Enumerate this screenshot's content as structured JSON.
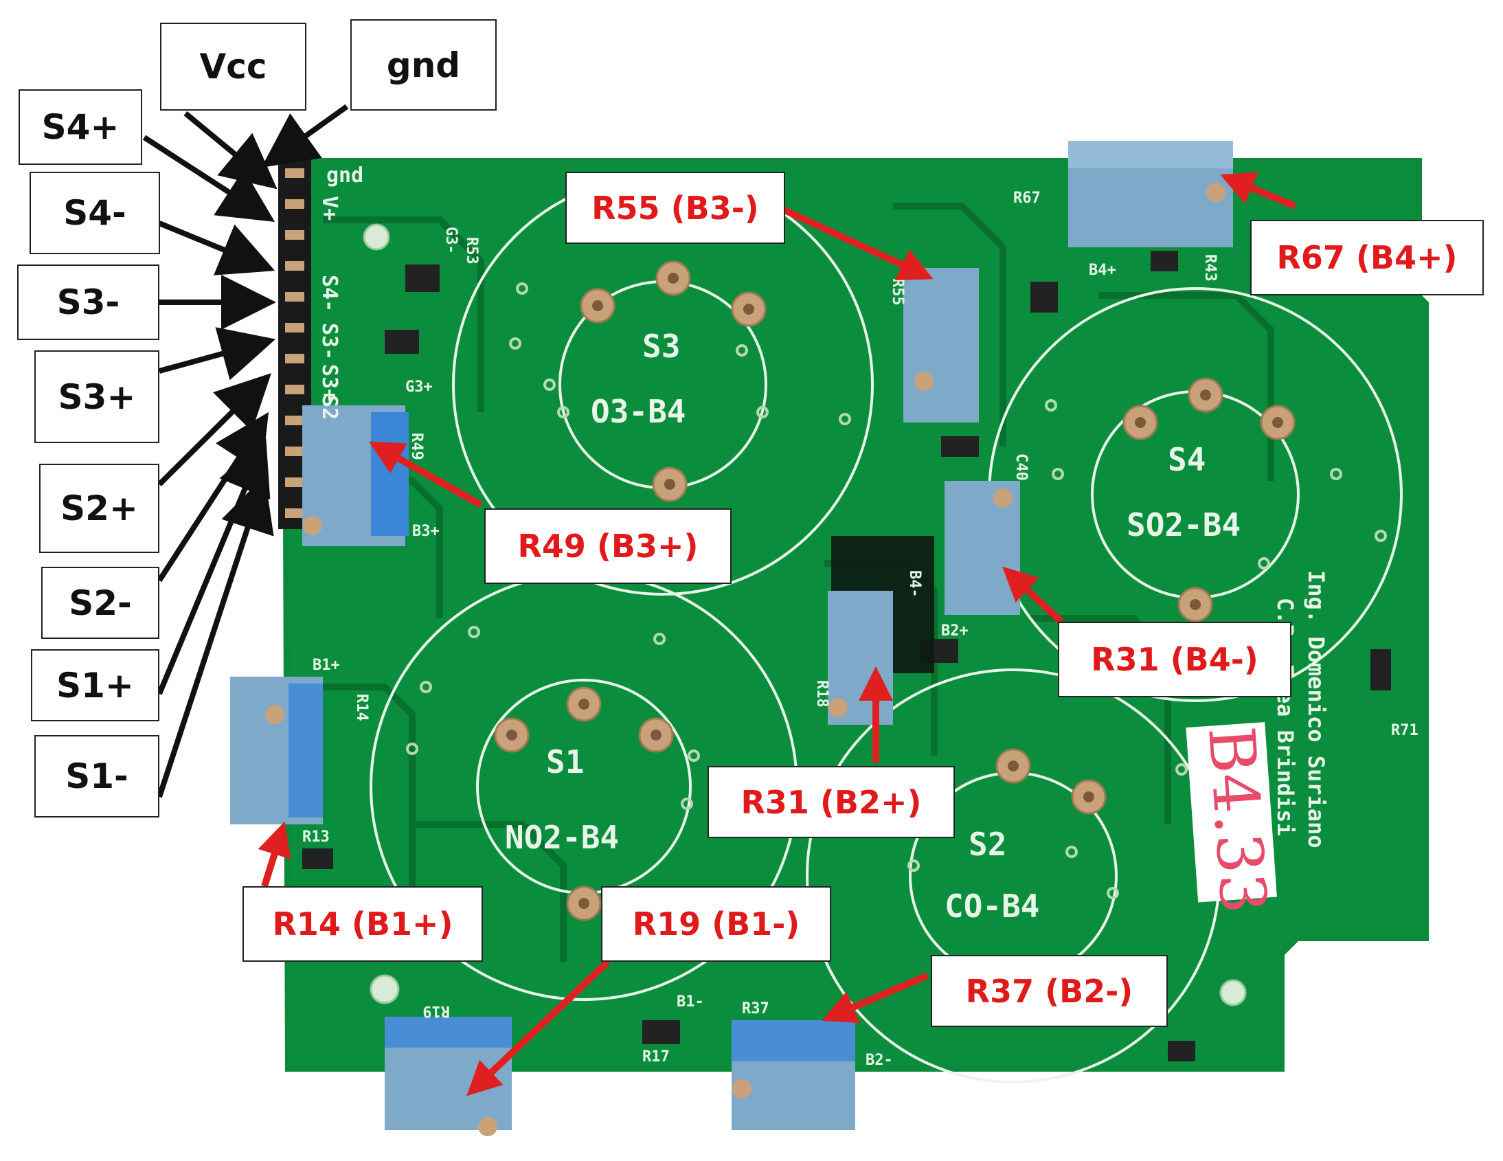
{
  "colors": {
    "board": "#0a8a3a",
    "board_dark": "#07702f",
    "silkscreen": "#e8f5e8",
    "pad": "#c9a27a",
    "trimmer": "#7fa9c9",
    "trimmer_blue": "#3c86d8",
    "label_red": "#e0191b",
    "arrow_black": "#111111",
    "arrow_red": "#e02020"
  },
  "connector_labels": [
    "Vcc",
    "gnd",
    "S4+",
    "S4-",
    "S3-",
    "S3+",
    "S2+",
    "S2-",
    "S1+",
    "S1-"
  ],
  "resistor_labels": [
    "R55 (B3-)",
    "R67 (B4+)",
    "R49 (B3+)",
    "R31 (B4-)",
    "R31 (B2+)",
    "R14 (B1+)",
    "R19 (B1-)",
    "R37 (B2-)"
  ],
  "board": {
    "header_text": [
      "gnd",
      "V+",
      "S4-",
      "S3-",
      "S3+",
      "S2"
    ],
    "sensors": [
      {
        "id": "S3",
        "name": "O3-B4"
      },
      {
        "id": "S4",
        "name": "SO2-B4"
      },
      {
        "id": "S1",
        "name": "NO2-B4"
      },
      {
        "id": "S2",
        "name": "CO-B4"
      }
    ],
    "silk_labels": [
      "R67",
      "R55",
      "R53",
      "G3-",
      "G3+",
      "B3+",
      "R49",
      "B4+",
      "R43",
      "B4-",
      "B2+",
      "R18",
      "R14",
      "R13",
      "B1+",
      "R19",
      "B1-",
      "R17",
      "R37",
      "B2-",
      "R71",
      "C40"
    ],
    "credit_lines": [
      "Ing. Domenico Suriano",
      "C.R. Enea Brindisi"
    ],
    "handwritten_tag": "B4.33"
  }
}
